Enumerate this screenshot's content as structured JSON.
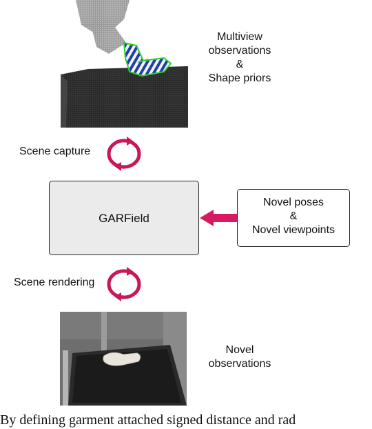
{
  "observations_label": {
    "line1": "Multiview",
    "line2": "observations",
    "line3": "&",
    "line4": "Shape priors"
  },
  "scene_capture_label": "Scene capture",
  "garfield_label": "GARField",
  "novel_input_label": {
    "line1": "Novel poses",
    "line2": "&",
    "line3": "Novel viewpoints"
  },
  "scene_rendering_label": "Scene rendering",
  "novel_observations_label": {
    "line1": "Novel",
    "line2": "observations"
  },
  "caption_text": "By defining garment attached signed distance and rad",
  "colors": {
    "cycle_arrow": "#c8185a",
    "input_arrow": "#d81b60",
    "garfield_fill": "#ebebeb"
  }
}
